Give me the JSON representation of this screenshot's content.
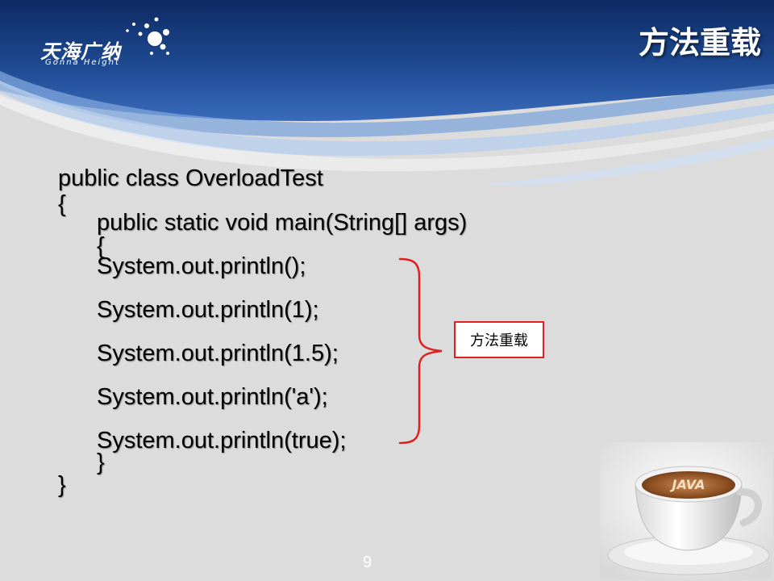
{
  "slide": {
    "title": "方法重载",
    "page_number": "9",
    "logo": {
      "main": "天海广纳",
      "sub": "Gonna Height"
    },
    "callout": "方法重载",
    "image": {
      "caption": "JAVA",
      "icon": "java-coffee-cup-icon"
    },
    "code_lines": [
      "public class OverloadTest",
      "{",
      "public static void main(String[] args)",
      "{",
      "System.out.println();",
      "System.out.println(1);",
      "System.out.println(1.5);",
      "System.out.println('a');",
      "System.out.println(true);",
      "}",
      "}"
    ],
    "colors": {
      "header_dark": "#12306a",
      "header_mid": "#2a5aa6",
      "callout_border": "#e02020",
      "background": "#dcdcdc"
    }
  }
}
